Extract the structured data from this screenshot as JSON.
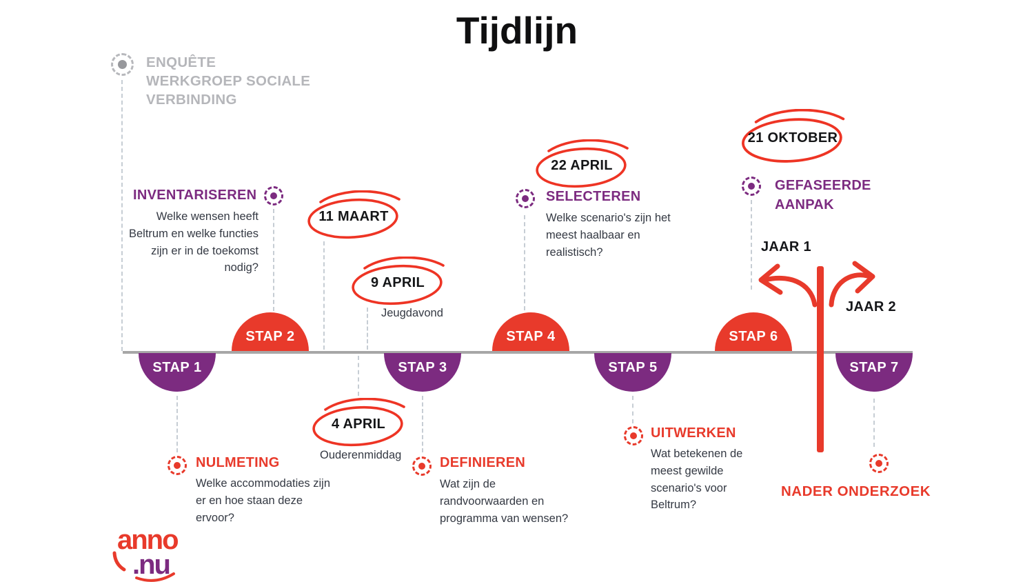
{
  "title": "Tijdlijn",
  "header_note": "ENQUÊTE WERKGROEP SOCIALE VERBINDING",
  "steps": [
    {
      "label": "STAP 1"
    },
    {
      "label": "STAP 2"
    },
    {
      "label": "STAP 3"
    },
    {
      "label": "STAP 4"
    },
    {
      "label": "STAP 5"
    },
    {
      "label": "STAP 6"
    },
    {
      "label": "STAP 7"
    }
  ],
  "milestones": {
    "inventariseren": {
      "title": "INVENTARISEREN",
      "desc": "Welke wensen heeft Beltrum en welke functies zijn er in de toekomst nodig?"
    },
    "nulmeting": {
      "title": "NULMETING",
      "desc": "Welke accommodaties zijn er en hoe staan deze ervoor?"
    },
    "definieren": {
      "title": "DEFINIEREN",
      "desc": "Wat zijn de randvoorwaarden en programma van wensen?"
    },
    "selecteren": {
      "title": "SELECTEREN",
      "desc": "Welke scenario's zijn het meest haalbaar en realistisch?"
    },
    "uitwerken": {
      "title": "UITWERKEN",
      "desc": "Wat betekenen de meest gewilde scenario's voor Beltrum?"
    },
    "gefaseerde": {
      "title": "GEFASEERDE AANPAK"
    },
    "nader": {
      "title": "NADER ONDERZOEK"
    }
  },
  "dates": {
    "maart11": "11 MAART",
    "april9": "9 APRIL",
    "april9_sub": "Jeugdavond",
    "april4": "4 APRIL",
    "april4_sub": "Ouderenmiddag",
    "april22": "22 APRIL",
    "oktober21": "21 OKTOBER"
  },
  "years": {
    "jaar1": "JAAR 1",
    "jaar2": "JAAR 2"
  },
  "logo": {
    "part1": "anno",
    "part2": ".nu"
  },
  "colors": {
    "red": "#e83a2b",
    "purple": "#7c2b80",
    "scribble_red": "#ee3424",
    "timeline_gray": "#a7a7a7",
    "note_gray": "#b5b6ba"
  }
}
